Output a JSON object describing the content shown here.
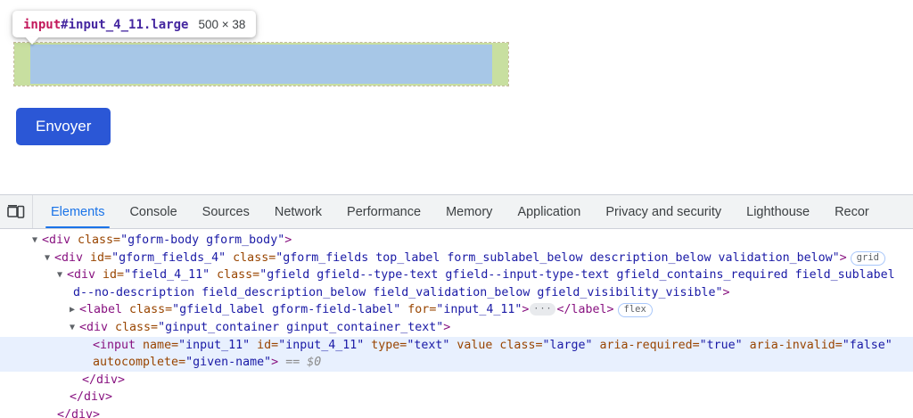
{
  "page": {
    "highlight_tooltip": {
      "tag": "input",
      "id_class": "#input_4_11.large",
      "dimensions": "500 × 38"
    },
    "submit_button_label": "Envoyer"
  },
  "devtools": {
    "device_toolbar_icon": "device-toolbar-icon",
    "tabs": [
      {
        "label": "Elements",
        "active": true
      },
      {
        "label": "Console",
        "active": false
      },
      {
        "label": "Sources",
        "active": false
      },
      {
        "label": "Network",
        "active": false
      },
      {
        "label": "Performance",
        "active": false
      },
      {
        "label": "Memory",
        "active": false
      },
      {
        "label": "Application",
        "active": false
      },
      {
        "label": "Privacy and security",
        "active": false
      },
      {
        "label": "Lighthouse",
        "active": false
      },
      {
        "label": "Recor",
        "active": false
      }
    ],
    "dom": {
      "l1_tag_open": "<div ",
      "l1_attr": "class=",
      "l1_val": "\"gform-body gform_body\"",
      "l1_close": ">",
      "l2_tag_open": "<div ",
      "l2_attr1": "id=",
      "l2_val1": "\"gform_fields_4\"",
      "l2_attr2": "class=",
      "l2_val2": "\"gform_fields top_label form_sublabel_below description_below validation_below\"",
      "l2_close": ">",
      "l2_badge": "grid",
      "l3_tag_open": "<div ",
      "l3_attr1": "id=",
      "l3_val1": "\"field_4_11\"",
      "l3_attr2": "class=",
      "l3_val2": "\"gfield gfield--type-text gfield--input-type-text gfield_contains_required field_sublabel",
      "l3_val2_cont": "d--no-description field_description_below field_validation_below gfield_visibility_visible\"",
      "l3_close": ">",
      "l4_tag_open": "<label ",
      "l4_attr1": "class=",
      "l4_val1": "\"gfield_label gform-field-label\"",
      "l4_attr2": "for=",
      "l4_val2": "\"input_4_11\"",
      "l4_close": ">",
      "l4_ellipsis": "···",
      "l4_tag_end": "</label>",
      "l4_badge": "flex",
      "l5_tag_open": "<div ",
      "l5_attr": "class=",
      "l5_val": "\"ginput_container ginput_container_text\"",
      "l5_close": ">",
      "l6_tag_open": "<input ",
      "l6_attr1": "name=",
      "l6_val1": "\"input_11\"",
      "l6_attr2": "id=",
      "l6_val2": "\"input_4_11\"",
      "l6_attr3": "type=",
      "l6_val3": "\"text\"",
      "l6_attr4": "value",
      "l6_attr5": "class=",
      "l6_val5": "\"large\"",
      "l6_attr6": "aria-required=",
      "l6_val6": "\"true\"",
      "l6_attr7": "aria-invalid=",
      "l6_val7": "\"false\"",
      "l6_attr8": "autocomplete=",
      "l6_val8": "\"given-name\"",
      "l6_close": ">",
      "l6_selected_marker": "== $0",
      "l7_close_div": "</div>",
      "l8_close_div": "</div>",
      "l9_close_div": "</div>"
    }
  },
  "colors": {
    "accent_blue": "#1a73e8",
    "button_blue": "#2b57d6",
    "highlight_content": "#a7c7e7",
    "highlight_padding": "#c8dfa0",
    "selected_row": "#e8f0fe",
    "tag_color": "#881280",
    "attr_color": "#994500",
    "value_color": "#1a1aa6"
  }
}
